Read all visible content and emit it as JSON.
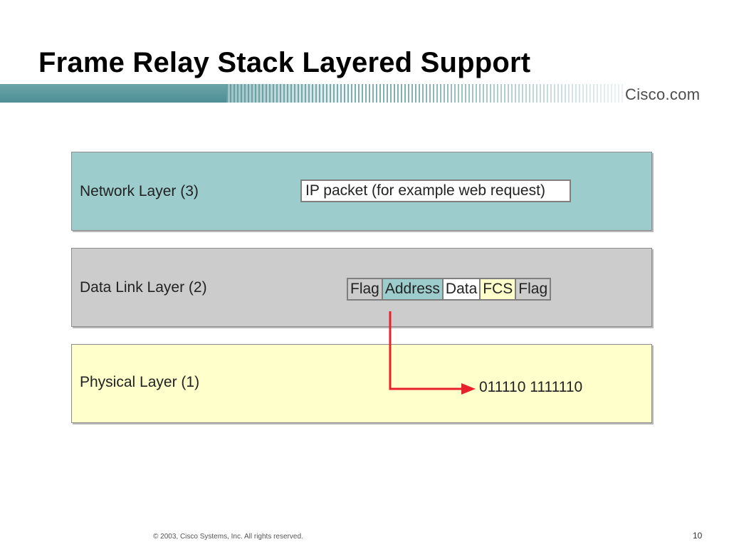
{
  "slide": {
    "title": "Frame Relay Stack Layered Support",
    "logo_text": "Cisco.com",
    "footer": "© 2003, Cisco Systems, Inc. All rights reserved.",
    "page_number": "10"
  },
  "layers": {
    "network": {
      "label": "Network Layer (3)",
      "packet": "IP packet (for example web request)",
      "color": "#9ccccc"
    },
    "datalink": {
      "label": "Data Link Layer (2)",
      "color": "#cccccc"
    },
    "physical": {
      "label": "Physical Layer (1)",
      "bits": "011110 1111110",
      "color": "#ffffcc"
    }
  },
  "frame": {
    "fields": [
      {
        "label": "Flag",
        "color": "#cccccc"
      },
      {
        "label": "Address",
        "color": "#9ccccc"
      },
      {
        "label": "Data",
        "color": "#ffffff"
      },
      {
        "label": "FCS",
        "color": "#ffffcc"
      },
      {
        "label": "Flag",
        "color": "#cccccc"
      }
    ]
  },
  "colors": {
    "arrow": "#e8202a",
    "banner": "#4e8f95"
  }
}
